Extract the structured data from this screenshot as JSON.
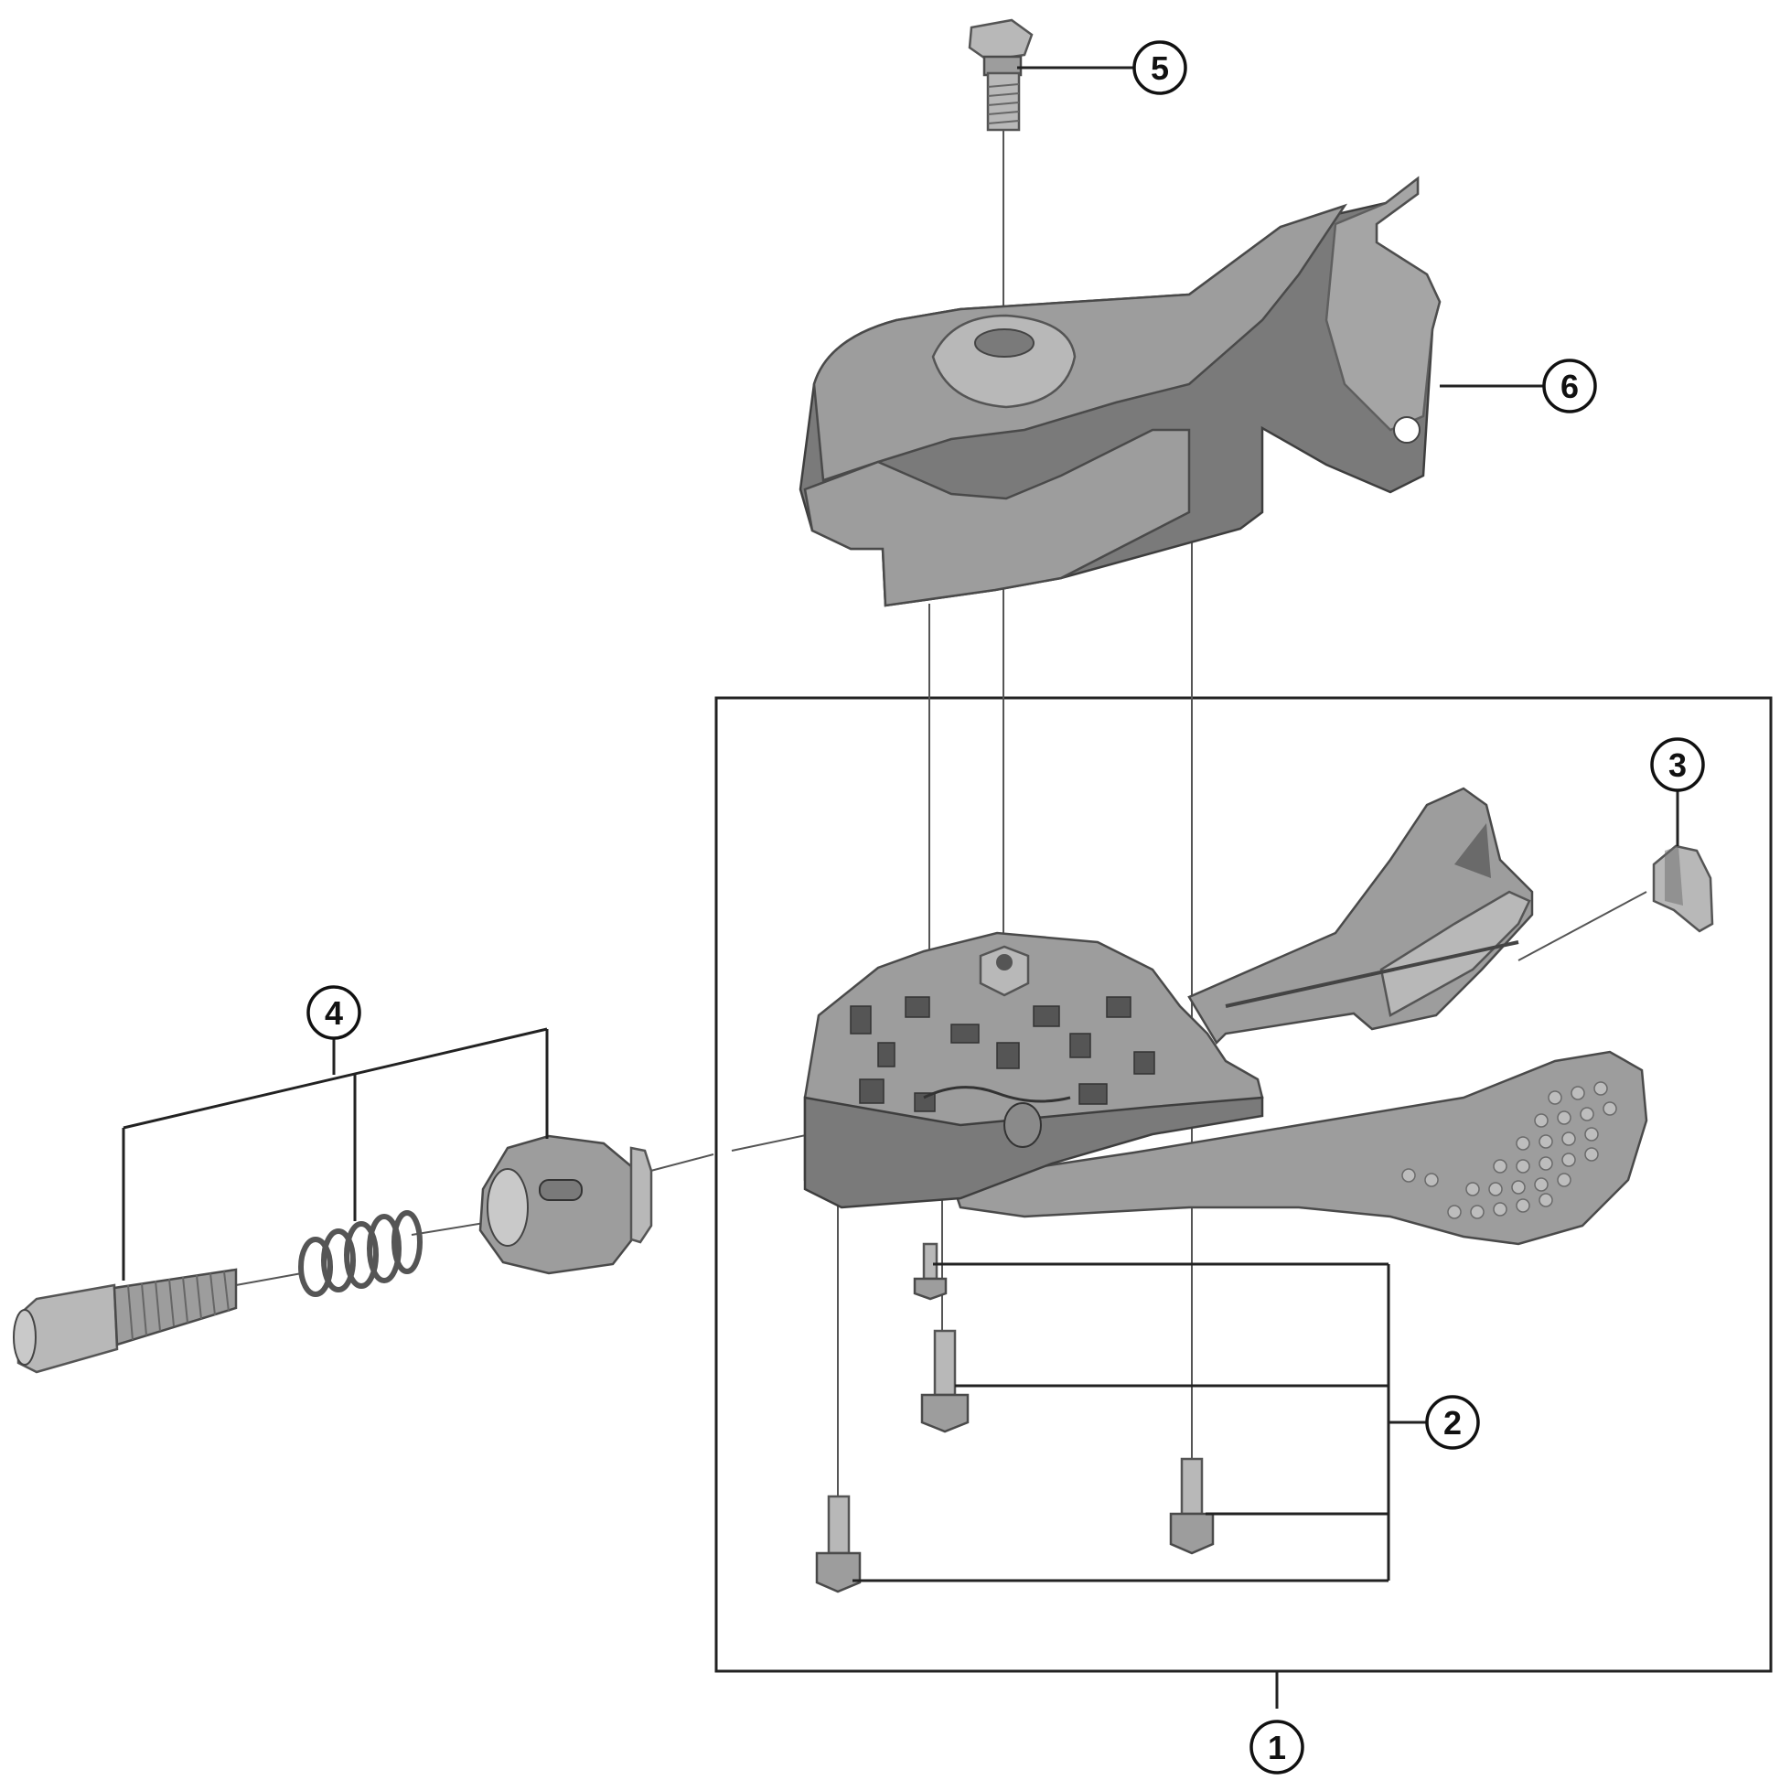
{
  "callouts": [
    {
      "id": "1",
      "label": "1"
    },
    {
      "id": "2",
      "label": "2"
    },
    {
      "id": "3",
      "label": "3"
    },
    {
      "id": "4",
      "label": "4"
    },
    {
      "id": "5",
      "label": "5"
    },
    {
      "id": "6",
      "label": "6"
    }
  ],
  "colors": {
    "part_fill": "#9d9d9d",
    "part_outline": "#3e3e3e",
    "leader_line": "#222222",
    "background": "#ffffff"
  },
  "parts": [
    {
      "callout": "1",
      "icon": "lever-unit-assembly-icon"
    },
    {
      "callout": "2",
      "icon": "screw-set-icon"
    },
    {
      "callout": "3",
      "icon": "cap-icon"
    },
    {
      "callout": "4",
      "icon": "adjusting-bolt-set-icon"
    },
    {
      "callout": "5",
      "icon": "fixing-bolt-icon"
    },
    {
      "callout": "6",
      "icon": "cover-clamp-icon"
    }
  ]
}
